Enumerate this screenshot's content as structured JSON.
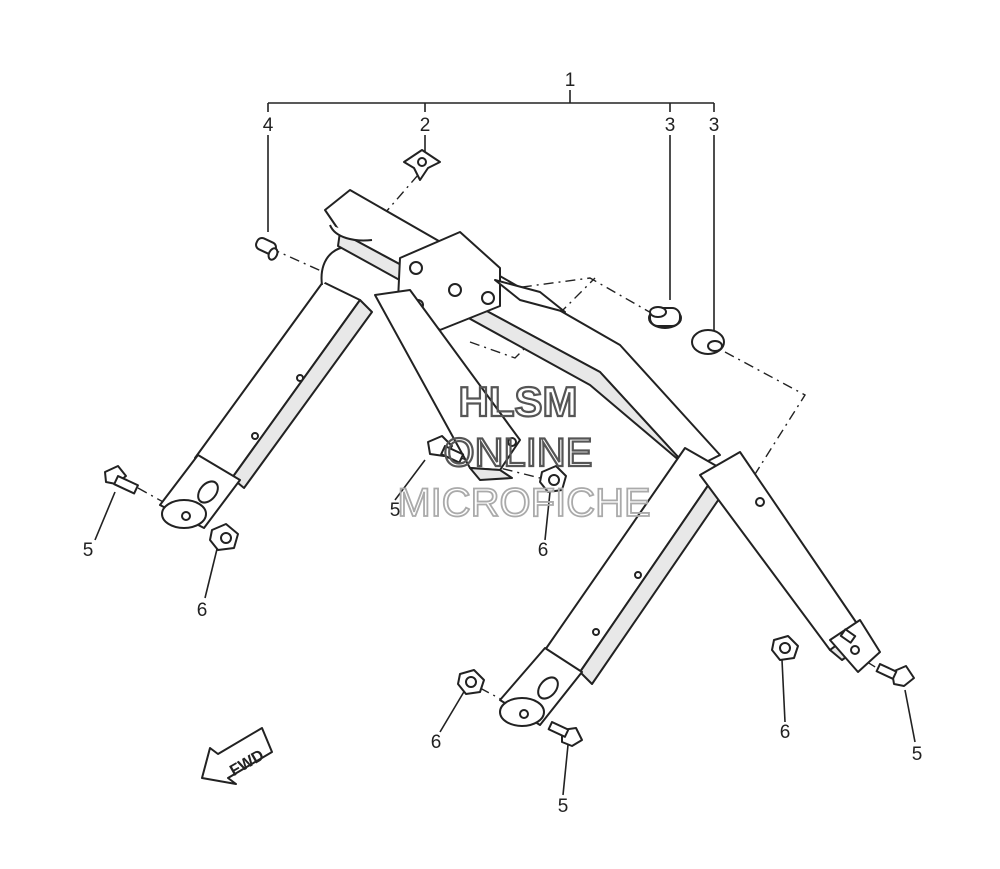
{
  "callouts": {
    "c1": "1",
    "c2": "2",
    "c3a": "3",
    "c3b": "3",
    "c4": "4",
    "c5a": "5",
    "c5b": "5",
    "c5c": "5",
    "c5d": "5",
    "c6a": "6",
    "c6b": "6",
    "c6c": "6",
    "c6d": "6"
  },
  "watermark": {
    "line1": "HLSM",
    "line2": "ONLINE",
    "line3": "MICROFICHE"
  },
  "direction_arrow": {
    "label": "FWD"
  }
}
